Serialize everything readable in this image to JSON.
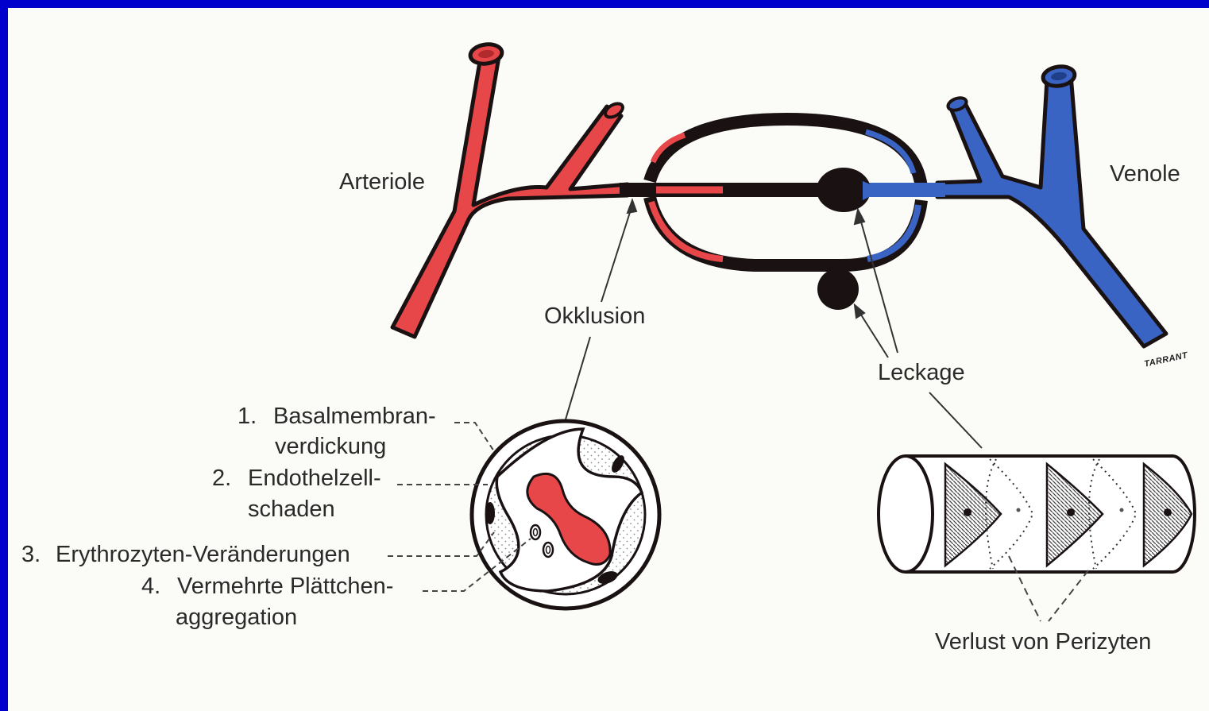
{
  "labels": {
    "arteriole": "Arteriole",
    "venole": "Venole",
    "okklusion": "Okklusion",
    "leckage": "Leckage",
    "perizyten": "Verlust von Perizyten",
    "item1_num": "1.",
    "item1_line1": "Basalmembran-",
    "item1_line2": "verdickung",
    "item2_num": "2.",
    "item2_line1": "Endothelzell-",
    "item2_line2": "schaden",
    "item3_num": "3.",
    "item3_line1": "Erythrozyten-Veränderungen",
    "item4_num": "4.",
    "item4_line1": "Vermehrte Plättchen-",
    "item4_line2": "aggregation"
  },
  "signature": "TARRANT",
  "colors": {
    "frame": "#0000cc",
    "artery_red": "#e8474a",
    "vein_blue": "#3a64c4",
    "occlusion_black": "#1a1212"
  }
}
